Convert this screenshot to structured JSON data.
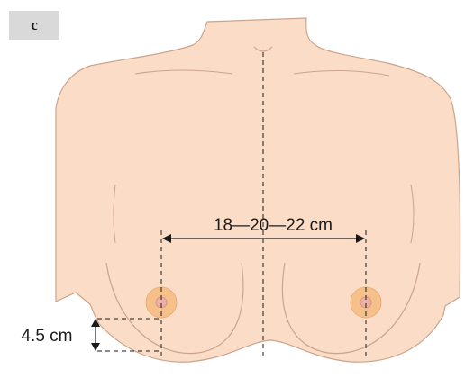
{
  "figure": {
    "panel_label": "c",
    "measurements": {
      "nipple_distance": "18—20—22 cm",
      "nipple_vertical_offset": "4.5 cm"
    },
    "colors": {
      "skin": "#fbdcc6",
      "skin_outline": "#caa48c",
      "areola": "#f5c08a",
      "nipple": "#e8a0a0",
      "line": "#1a1a1a"
    }
  }
}
